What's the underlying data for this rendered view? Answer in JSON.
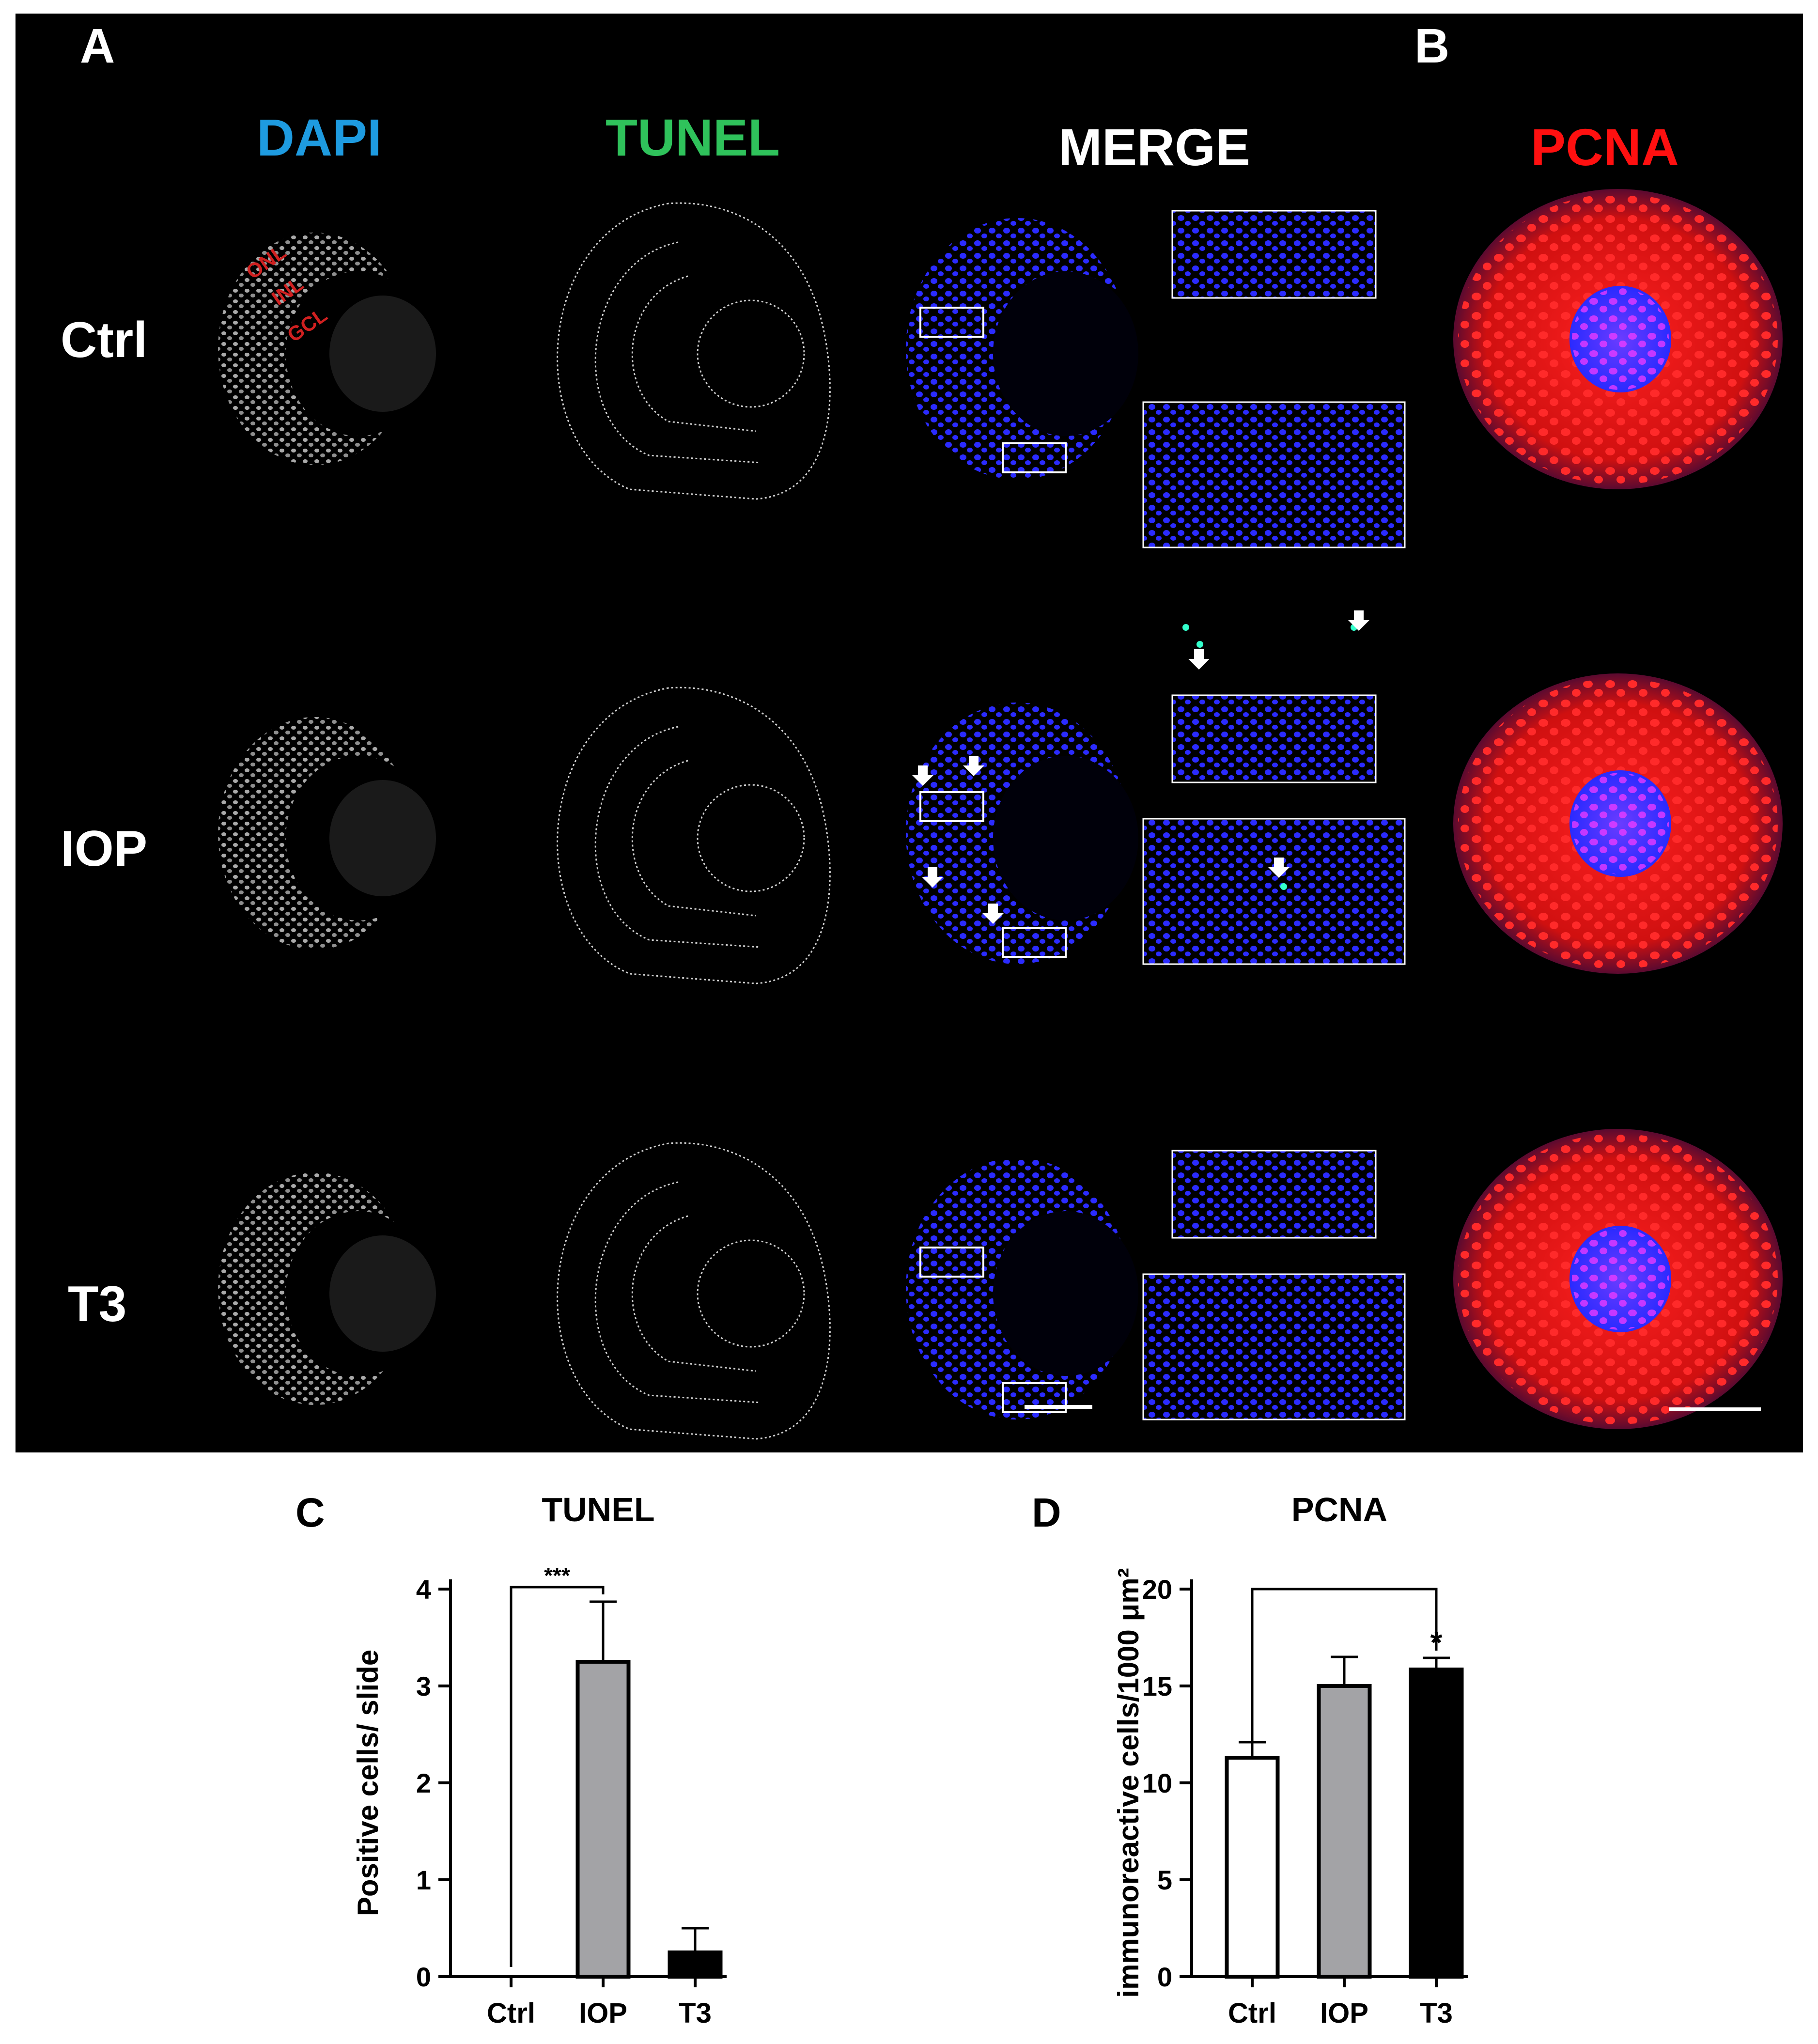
{
  "panels": {
    "A": "A",
    "B": "B",
    "C": "C",
    "D": "D"
  },
  "stains": {
    "dapi": "DAPI",
    "tunel": "TUNEL",
    "merge": "MERGE",
    "pcna": "PCNA"
  },
  "rows": {
    "ctrl": "Ctrl",
    "iop": "IOP",
    "t3": "T3"
  },
  "layer_labels": [
    "ONL",
    "INL",
    "GCL"
  ],
  "colors": {
    "background": "#000000",
    "dapi": "#1e9be0",
    "tunel": "#2fc25b",
    "pcna": "#ff1010",
    "nuclei_blue": "#1414ff",
    "bar_iop": "#a3a3a6",
    "bar_t3": "#000000",
    "bar_ctrl": "#ffffff"
  },
  "chart_data": [
    {
      "type": "bar",
      "panel": "C",
      "title": "TUNEL",
      "ylabel": "Positive cells/ slide",
      "xlabel": "",
      "categories": [
        "Ctrl",
        "IOP",
        "T3"
      ],
      "values": [
        0,
        3.25,
        0.25
      ],
      "errors": [
        0,
        0.62,
        0.25
      ],
      "ylim": [
        0,
        4
      ],
      "yticks": [
        0,
        1,
        2,
        3,
        4
      ],
      "significance": {
        "from": "Ctrl",
        "to": "IOP",
        "label": "***"
      },
      "bar_colors": [
        "#ffffff",
        "#a3a3a6",
        "#000000"
      ]
    },
    {
      "type": "bar",
      "panel": "D",
      "title": "PCNA",
      "ylabel": "immunoreactive cells/1000 μm²",
      "xlabel": "",
      "categories": [
        "Ctrl",
        "IOP",
        "T3"
      ],
      "values": [
        11.3,
        15.0,
        15.85
      ],
      "errors": [
        0.8,
        1.5,
        0.6
      ],
      "ylim": [
        0,
        20
      ],
      "yticks": [
        0,
        5,
        10,
        15,
        20
      ],
      "significance": {
        "from": "Ctrl",
        "to": "T3",
        "label": "*"
      },
      "bar_colors": [
        "#ffffff",
        "#a3a3a6",
        "#000000"
      ]
    }
  ]
}
